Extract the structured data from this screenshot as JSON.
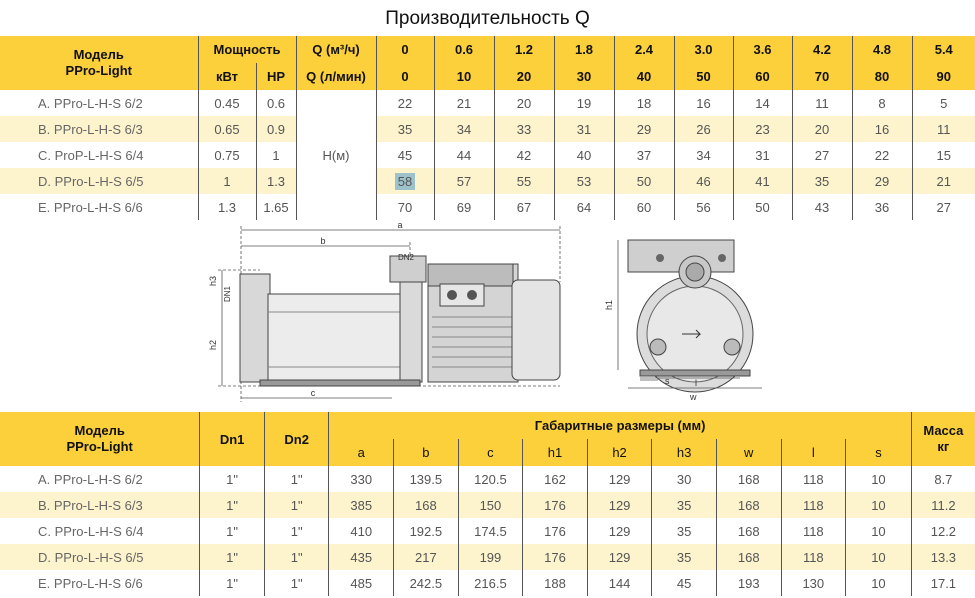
{
  "title": "Производительность Q",
  "perf_table": {
    "model_header": "Модель\nPPro-Light",
    "power_header": "Мощность",
    "kw": "кВт",
    "hp": "HP",
    "q_m3": "Q (м³/ч)",
    "q_lmin": "Q (л/мин)",
    "head_label": "H(м)",
    "q_m3_values": [
      "0",
      "0.6",
      "1.2",
      "1.8",
      "2.4",
      "3.0",
      "3.6",
      "4.2",
      "4.8",
      "5.4"
    ],
    "q_lmin_values": [
      "0",
      "10",
      "20",
      "30",
      "40",
      "50",
      "60",
      "70",
      "80",
      "90"
    ],
    "rows": [
      {
        "model": "A. PPro-L-H-S 6/2",
        "kw": "0.45",
        "hp": "0.6",
        "h": [
          "22",
          "21",
          "20",
          "19",
          "18",
          "16",
          "14",
          "11",
          "8",
          "5"
        ]
      },
      {
        "model": "B. PPro-L-H-S 6/3",
        "kw": "0.65",
        "hp": "0.9",
        "h": [
          "35",
          "34",
          "33",
          "31",
          "29",
          "26",
          "23",
          "20",
          "16",
          "11"
        ]
      },
      {
        "model": "C. ProP-L-H-S 6/4",
        "kw": "0.75",
        "hp": "1",
        "h": [
          "45",
          "44",
          "42",
          "40",
          "37",
          "34",
          "31",
          "27",
          "22",
          "15"
        ]
      },
      {
        "model": "D. PPro-L-H-S 6/5",
        "kw": "1",
        "hp": "1.3",
        "h": [
          "58",
          "57",
          "55",
          "53",
          "50",
          "46",
          "41",
          "35",
          "29",
          "21"
        ]
      },
      {
        "model": "E. PPro-L-H-S 6/6",
        "kw": "1.3",
        "hp": "1.65",
        "h": [
          "70",
          "69",
          "67",
          "64",
          "60",
          "56",
          "50",
          "43",
          "36",
          "27"
        ]
      }
    ]
  },
  "drawing_labels": {
    "a": "a",
    "b": "b",
    "c": "c",
    "dn1": "DN1",
    "dn2": "DN2",
    "h1": "h1",
    "h2": "h2",
    "h3": "h3",
    "s": "s",
    "l": "l",
    "w": "w"
  },
  "dim_table": {
    "model_header": "Модель\nPPro-Light",
    "dn1": "Dn1",
    "dn2": "Dn2",
    "group_header": "Габаритные размеры (мм)",
    "mass_header": "Масса\nкг",
    "cols": [
      "a",
      "b",
      "c",
      "h1",
      "h2",
      "h3",
      "w",
      "l",
      "s"
    ],
    "rows": [
      {
        "model": "A. PPro-L-H-S 6/2",
        "dn1": "1\"",
        "dn2": "1\"",
        "v": [
          "330",
          "139.5",
          "120.5",
          "162",
          "129",
          "30",
          "168",
          "118",
          "10"
        ],
        "mass": "8.7"
      },
      {
        "model": "B. PPro-L-H-S 6/3",
        "dn1": "1\"",
        "dn2": "1\"",
        "v": [
          "385",
          "168",
          "150",
          "176",
          "129",
          "35",
          "168",
          "118",
          "10"
        ],
        "mass": "11.2"
      },
      {
        "model": "C. PPro-L-H-S 6/4",
        "dn1": "1\"",
        "dn2": "1\"",
        "v": [
          "410",
          "192.5",
          "174.5",
          "176",
          "129",
          "35",
          "168",
          "118",
          "10"
        ],
        "mass": "12.2"
      },
      {
        "model": "D. PPro-L-H-S 6/5",
        "dn1": "1\"",
        "dn2": "1\"",
        "v": [
          "435",
          "217",
          "199",
          "176",
          "129",
          "35",
          "168",
          "118",
          "10"
        ],
        "mass": "13.3"
      },
      {
        "model": "E. PPro-L-H-S 6/6",
        "dn1": "1\"",
        "dn2": "1\"",
        "v": [
          "485",
          "242.5",
          "216.5",
          "188",
          "144",
          "45",
          "193",
          "130",
          "10"
        ],
        "mass": "17.1"
      }
    ]
  }
}
